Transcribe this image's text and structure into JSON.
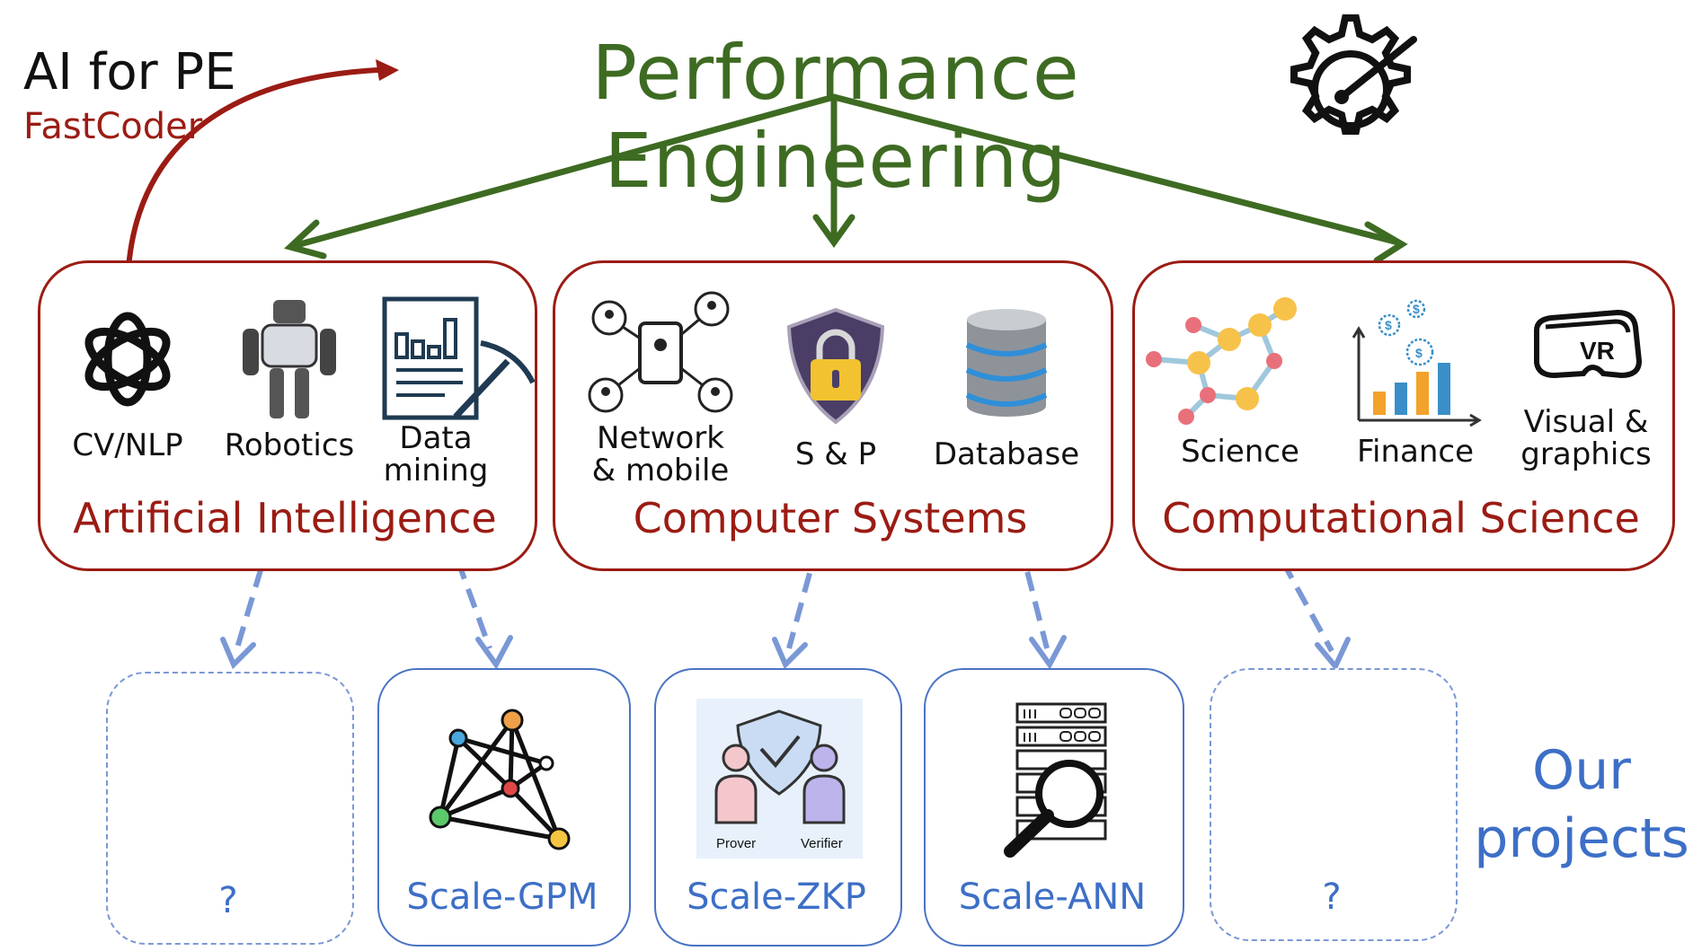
{
  "header": {
    "title": "Performance Engineering",
    "ai_pe": "AI for PE",
    "fastcoder": "FastCoder"
  },
  "colors": {
    "green": "#3e6b22",
    "dark_red": "#9b1c14",
    "blue": "#3d6fc7",
    "dashed_blue": "#7a98d6"
  },
  "categories": [
    {
      "title": "Artificial Intelligence",
      "items": [
        {
          "label": "CV/NLP",
          "icon": "openai-logo-icon"
        },
        {
          "label": "Robotics",
          "icon": "robot-icon"
        },
        {
          "label": "Data mining",
          "icon": "data-mining-icon"
        }
      ]
    },
    {
      "title": "Computer Systems",
      "items": [
        {
          "label": "Network & mobile",
          "icon": "network-mobile-icon"
        },
        {
          "label": "S & P",
          "icon": "security-shield-lock-icon"
        },
        {
          "label": "Database",
          "icon": "database-icon"
        }
      ]
    },
    {
      "title": "Computational Science",
      "items": [
        {
          "label": "Science",
          "icon": "molecule-icon"
        },
        {
          "label": "Finance",
          "icon": "finance-chart-icon"
        },
        {
          "label": "Visual & graphics",
          "icon": "vr-headset-icon"
        }
      ]
    }
  ],
  "projects": [
    {
      "label": "?",
      "dashed": true
    },
    {
      "label": "Scale-GPM",
      "icon": "graph-network-icon"
    },
    {
      "label": "Scale-ZKP",
      "icon": "prover-verifier-icon"
    },
    {
      "label": "Scale-ANN",
      "icon": "server-search-icon"
    },
    {
      "label": "?",
      "dashed": true
    }
  ],
  "our_projects": "Our projects",
  "icons": {
    "gauge": "gear-speedometer-icon"
  }
}
